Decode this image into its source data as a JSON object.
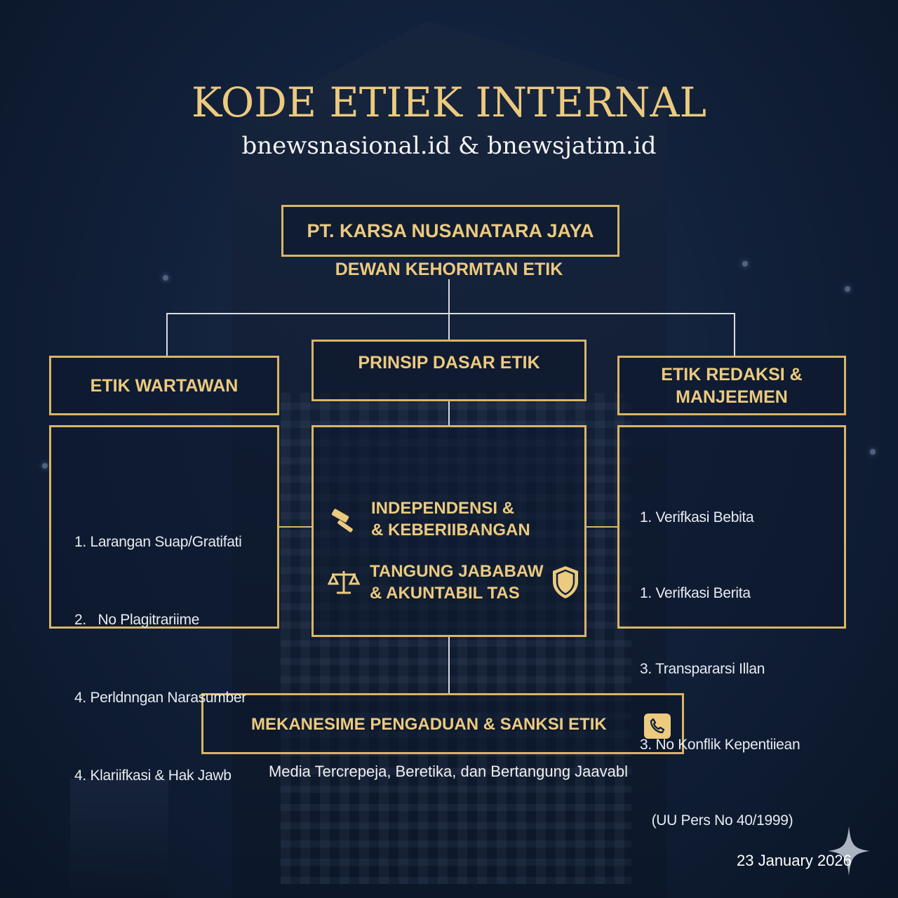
{
  "header": {
    "title": "KODE ETIEK INTERNAL",
    "subtitle": "bnewsnasional.id & bnewsjatim.id"
  },
  "top": {
    "company": "PT. KARSA NUSANATARA JAYA",
    "council": "DEWAN KEHORMTAN ETIK"
  },
  "left": {
    "title": "ETIK WARTAWAN",
    "items": [
      "1. Larangan Suap/Gratifati",
      "2.   No Plagitrariime",
      "4. Perldnngan Narasumber",
      "4. Klariifkasi & Hak Jawb"
    ]
  },
  "center": {
    "title": "PRINSIP DASAR ETIK",
    "items": [
      {
        "icon": "gavel-icon",
        "line1": "INDEPENDENSI &",
        "line2": "& KEBERIIBANGAN"
      },
      {
        "icon": "scales-icon",
        "line1": "TANGUNG JABABAW",
        "line2": "& AKUNTABIL TAS"
      }
    ]
  },
  "right": {
    "title": "ETIK REDAKSI & MANJEEMEN",
    "items": [
      "1. Verifkasi Bebita",
      "1. Verifkasi Berita",
      "3. Transpararsi Illan",
      "3. No Konflik Kepentiiean",
      "   (UU Pers No 40/1999)"
    ]
  },
  "bottom": {
    "title": "MEKANESIME PENGADUAN & SANKSI ETIK",
    "tagline": "Media Tercrepeja, Beretika, dan Bertangung Jaavabl"
  },
  "date": "23 January 2026",
  "colors": {
    "gold": "#ecca7e",
    "border": "#d9b566",
    "bg": "#12213b"
  }
}
